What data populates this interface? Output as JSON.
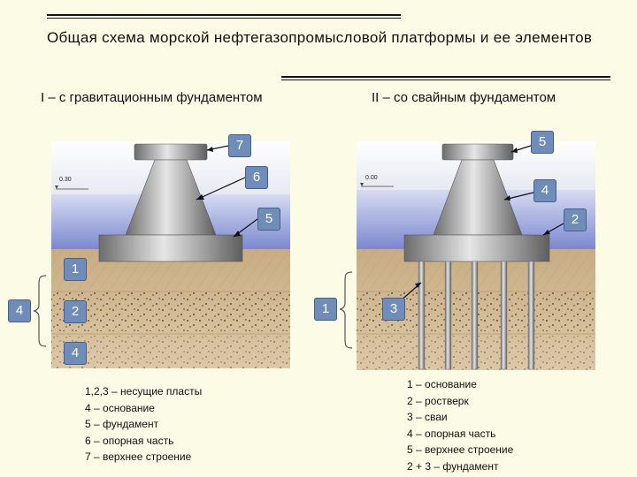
{
  "title": "Общая схема морской нефтегазопромысловой платформы и ее элементов",
  "left": {
    "heading": "I – с гравитационным фундаментом",
    "level_mark": "0.30",
    "callouts": [
      "7",
      "6",
      "5",
      "1",
      "2",
      "4"
    ],
    "group_label": "4",
    "legend": [
      "1,2,3 – несущие пласты",
      "4 – основание",
      "5 – фундамент",
      "6 – опорная часть",
      "7 – верхнее строение"
    ]
  },
  "right": {
    "heading": "II – со свайным фундаментом",
    "level_mark": "0.00",
    "callouts": [
      "5",
      "4",
      "2",
      "3"
    ],
    "group_label": "1",
    "legend": [
      "1 – основание",
      "2 – ростверк",
      "3 – сваи",
      "4 – опорная часть",
      "5 – верхнее строение",
      "2 + 3 – фундамент"
    ]
  }
}
